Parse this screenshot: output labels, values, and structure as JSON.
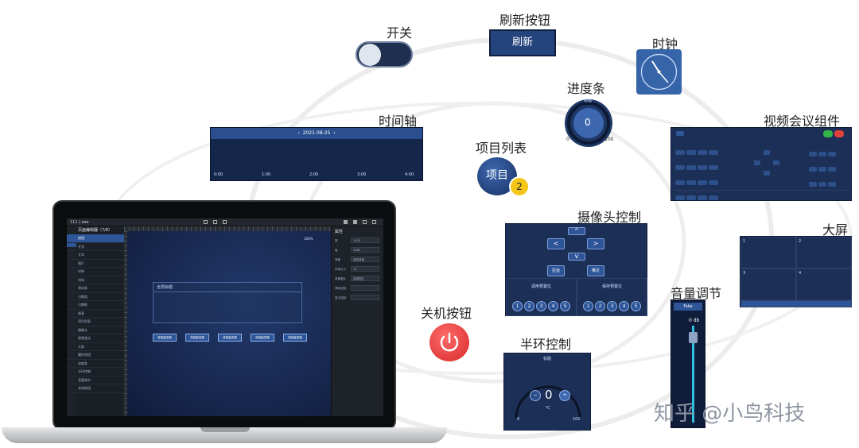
{
  "labels": {
    "switch": "开关",
    "refresh_button": "刷新按钮",
    "clock": "时钟",
    "progress": "进度条",
    "timeline": "时间轴",
    "project_list": "项目列表",
    "video_conference": "视频会议组件",
    "camera_control": "摄像头控制",
    "big_screen": "大屏",
    "shutdown_button": "关机按钮",
    "half_ring": "半环控制",
    "volume": "音量调节"
  },
  "refresh": {
    "button_text": "刷新"
  },
  "progress_gauge": {
    "title": "标题",
    "value": "0",
    "unit": "℃",
    "min": "0",
    "max": "100"
  },
  "timeline_widget": {
    "date": "2021-08-25",
    "prev": "‹",
    "next": "›",
    "ticks": [
      "0:00",
      "1:00",
      "2:00",
      "3:00",
      "4:00"
    ]
  },
  "project_badge": {
    "text": "项目",
    "count": "2"
  },
  "camera": {
    "up": "^",
    "down": "v",
    "left": "<",
    "right": ">",
    "zoom_out": "拉远",
    "zoom_in": "推近",
    "preset_call": "调用预置位",
    "preset_set": "保存预置位",
    "presets": [
      "1",
      "2",
      "3",
      "4",
      "5"
    ]
  },
  "screen": {
    "cells": [
      "1",
      "2",
      "3",
      "4"
    ]
  },
  "half_ring_widget": {
    "title": "标题",
    "value": "0",
    "unit": "℃",
    "min": "0",
    "max": "100",
    "minus": "−",
    "plus": "+"
  },
  "volume_widget": {
    "mode": "Fake",
    "value": "0 db"
  },
  "watermark": "知乎 @小鸟科技",
  "laptop": {
    "toolbar_title": "111 | aaa",
    "sidebar_title": "页面编辑器（7/8）",
    "sidebar_items": [
      "按钮",
      "开关",
      "文本",
      "图片",
      "时钟",
      "时间",
      "滑动条",
      "日期组",
      "日期框",
      "图表",
      "项目列表",
      "摄像头",
      "视频会议",
      "大屏",
      "圆形按钮",
      "进度条",
      "半环控制",
      "音量调节",
      "关机按钮"
    ],
    "canvas_label": "全局标题",
    "canvas_buttons": [
      "按钮触发器",
      "按钮触发器",
      "按钮触发器",
      "按钮触发器",
      "按钮触发器"
    ],
    "zoom": "100%",
    "props_title": "属性",
    "props": [
      {
        "k": "宽",
        "v": "1920"
      },
      {
        "k": "高",
        "v": "1080"
      },
      {
        "k": "背景",
        "v": "深色背景"
      },
      {
        "k": "字体大小",
        "v": "14"
      },
      {
        "k": "背景图片",
        "v": "选择图片"
      },
      {
        "k": "滑动控制",
        "v": ""
      },
      {
        "k": "显示控制",
        "v": ""
      }
    ]
  },
  "colors": {
    "navy": "#1c3566",
    "power_red": "#e53a3a",
    "badge_yellow": "#f5c518"
  }
}
